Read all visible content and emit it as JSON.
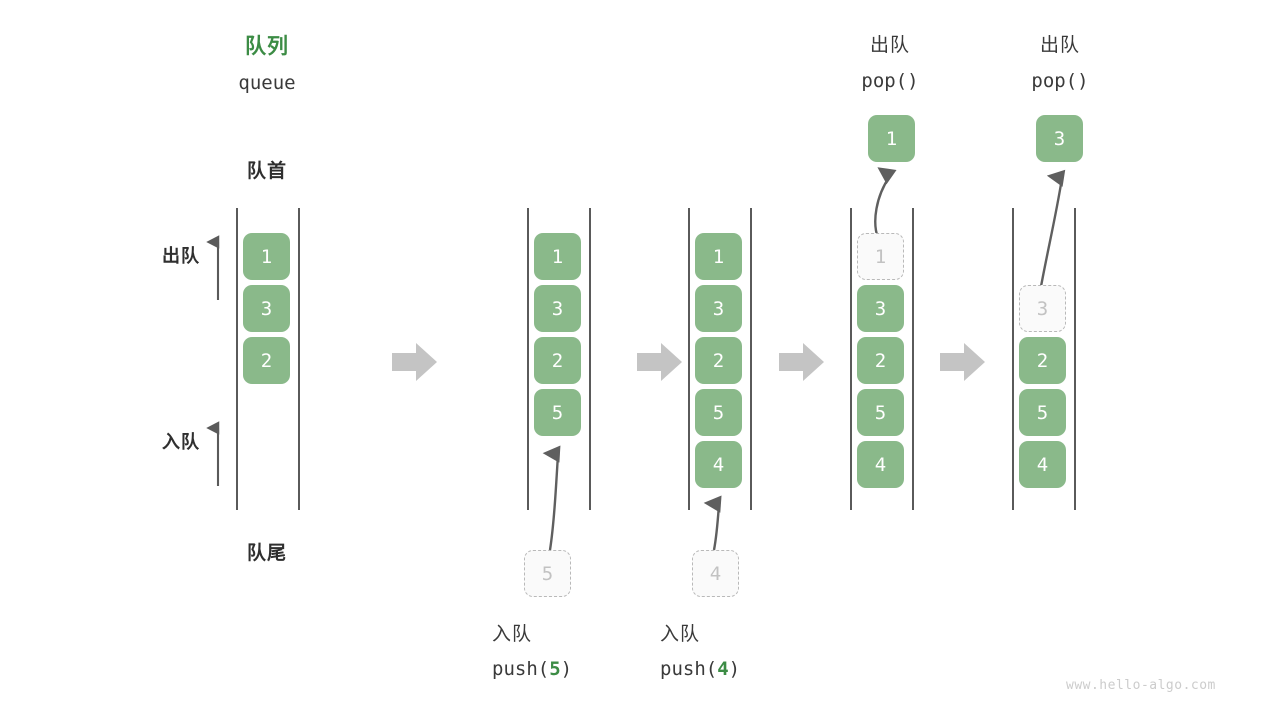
{
  "diagram": {
    "title_cn": "队列",
    "title_en": "queue",
    "front_label": "队首",
    "rear_label": "队尾",
    "dequeue_label": "出队",
    "enqueue_label": "入队",
    "watermark": "www.hello-algo.com",
    "colors": {
      "element_fill": "#8ab98a",
      "element_text": "#ffffff",
      "accent_green": "#3c8c45",
      "ghost_fill": "#fafafa",
      "ghost_border": "#b9b9b9",
      "ghost_text": "#c2c2c2",
      "rail": "#5a5a5a",
      "arrow_gray": "#c4c4c4",
      "curve_arrow": "#5f5f5f",
      "text_dark": "#3a3a3a",
      "watermark": "#cccccc"
    }
  },
  "steps": [
    {
      "id": "initial",
      "op_cn": "",
      "op_code": "",
      "cells": [
        "1",
        "3",
        "2"
      ],
      "ghost_incoming": null,
      "ghost_index": null,
      "popped": null
    },
    {
      "id": "push-5",
      "op_cn": "入队",
      "op_code_prefix": "push(",
      "op_code_arg": "5",
      "op_code_suffix": ")",
      "cells": [
        "1",
        "3",
        "2",
        "5"
      ],
      "ghost_incoming": "5",
      "ghost_index": null,
      "popped": null
    },
    {
      "id": "push-4",
      "op_cn": "入队",
      "op_code_prefix": "push(",
      "op_code_arg": "4",
      "op_code_suffix": ")",
      "cells": [
        "1",
        "3",
        "2",
        "5",
        "4"
      ],
      "ghost_incoming": "4",
      "ghost_index": null,
      "popped": null
    },
    {
      "id": "pop-1",
      "op_cn": "出队",
      "op_code_prefix": "pop(",
      "op_code_arg": "",
      "op_code_suffix": ")",
      "cells": [
        "1",
        "3",
        "2",
        "5",
        "4"
      ],
      "ghost_incoming": null,
      "ghost_index": 0,
      "popped": "1"
    },
    {
      "id": "pop-3",
      "op_cn": "出队",
      "op_code_prefix": "pop(",
      "op_code_arg": "",
      "op_code_suffix": ")",
      "cells": [
        "",
        "3",
        "2",
        "5",
        "4"
      ],
      "ghost_incoming": null,
      "ghost_index": 1,
      "popped": "3"
    }
  ],
  "chart_data": {
    "type": "diagram",
    "title": "队列 queue — push / pop 操作示意",
    "columns": [
      {
        "label": "",
        "contents_top_to_bottom": [
          "1",
          "3",
          "2"
        ]
      },
      {
        "label": "入队 push(5)",
        "contents_top_to_bottom": [
          "1",
          "3",
          "2",
          "5"
        ]
      },
      {
        "label": "入队 push(4)",
        "contents_top_to_bottom": [
          "1",
          "3",
          "2",
          "5",
          "4"
        ]
      },
      {
        "label": "出队 pop()",
        "contents_top_to_bottom": [
          "1(ghost)",
          "3",
          "2",
          "5",
          "4"
        ],
        "popped": "1"
      },
      {
        "label": "出队 pop()",
        "contents_top_to_bottom": [
          "3(ghost)",
          "2",
          "5",
          "4"
        ],
        "popped": "3"
      }
    ]
  }
}
